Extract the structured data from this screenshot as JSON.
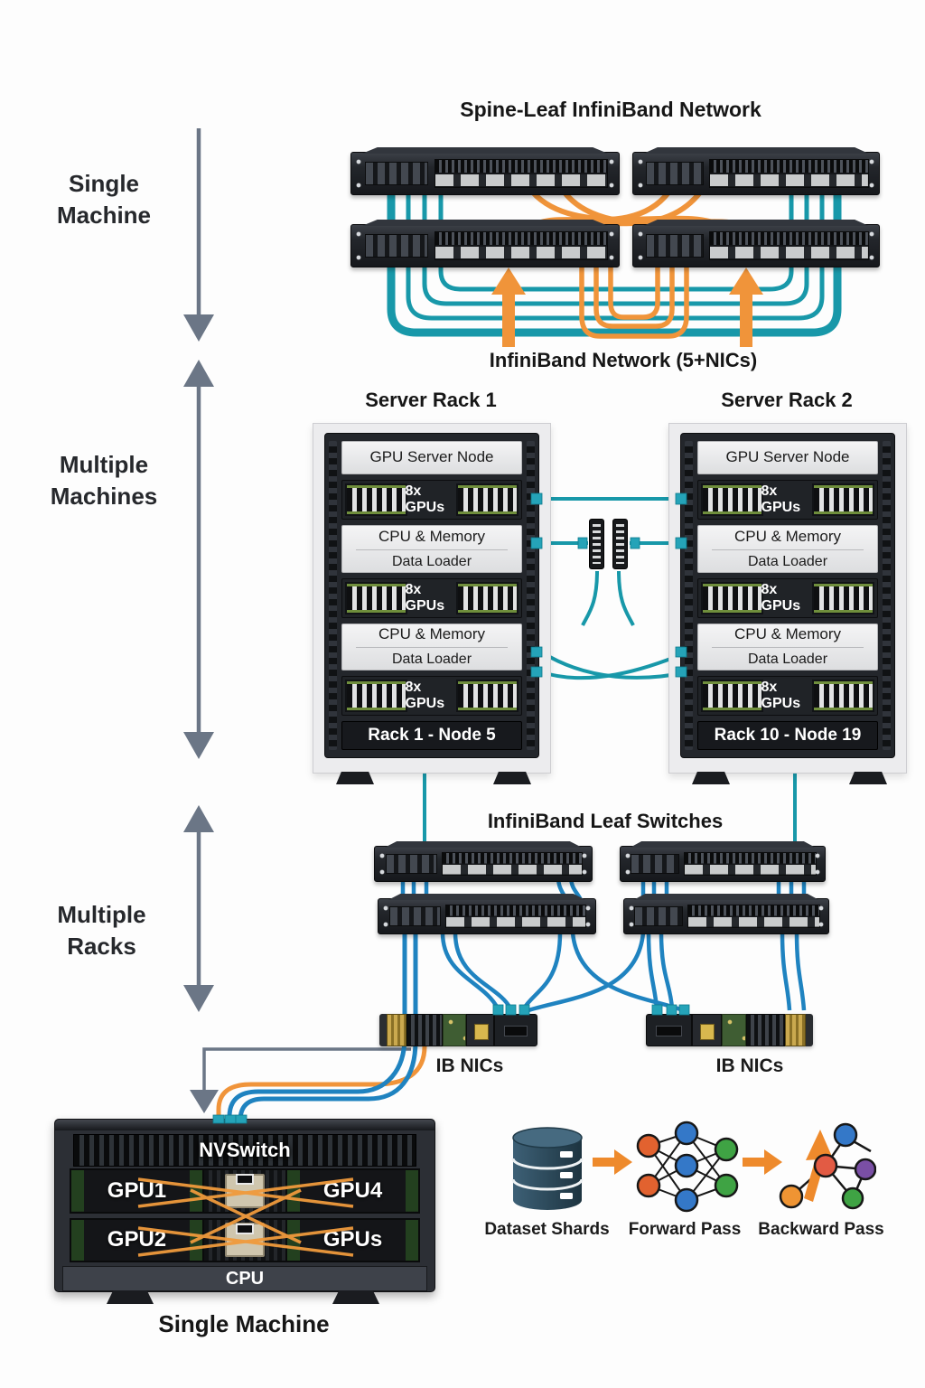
{
  "rail": {
    "sections": [
      {
        "line1": "Single",
        "line2": "Machine"
      },
      {
        "line1": "Multiple",
        "line2": "Machines"
      },
      {
        "line1": "Multiple",
        "line2": "Racks"
      }
    ]
  },
  "spine": {
    "title": "Spine-Leaf InfiniBand Network",
    "caption": "InfiniBand Network (5+NICs)"
  },
  "racks": [
    {
      "title": "Server Rack 1",
      "node": "GPU Server Node",
      "gpus": "8x GPUs",
      "cpu": "CPU & Memory",
      "loader": "Data Loader",
      "footer": "Rack 1 - Node 5"
    },
    {
      "title": "Server Rack 2",
      "node": "GPU Server Node",
      "gpus": "8x GPUs",
      "cpu": "CPU & Memory",
      "loader": "Data Loader",
      "footer": "Rack 10 - Node 19"
    }
  ],
  "leaf": {
    "title": "InfiniBand Leaf Switches"
  },
  "nics": {
    "left": "IB NICs",
    "right": "IB NICs"
  },
  "machine": {
    "nvswitch": "NVSwitch",
    "gpu1": "GPU1",
    "gpu4": "GPU4",
    "gpu2": "GPU2",
    "gpu3": "GPUs",
    "cpu": "CPU",
    "caption": "Single Machine"
  },
  "legend": {
    "items": [
      {
        "label": "Dataset Shards"
      },
      {
        "label": "Forward Pass"
      },
      {
        "label": "Backward Pass"
      }
    ]
  },
  "colors": {
    "teal_cable": "#1898a9",
    "blue_cable": "#1f83c0",
    "orange_cable": "#f0943a",
    "gray_arrow": "#6b7686",
    "pcb_green": "#6f8e3c"
  }
}
